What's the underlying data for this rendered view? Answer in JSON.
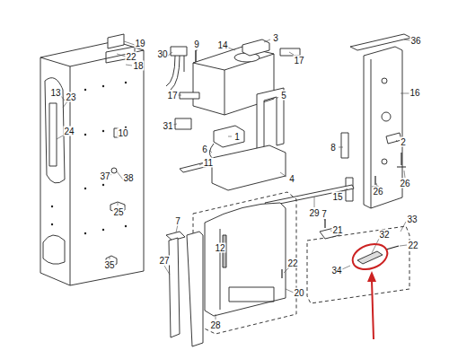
{
  "diagram": {
    "labels": [
      "19",
      "22",
      "18",
      "13",
      "23",
      "24",
      "10",
      "37",
      "38",
      "25",
      "35",
      "30",
      "9",
      "14",
      "3",
      "17",
      "17",
      "31",
      "1",
      "6",
      "11",
      "5",
      "4",
      "36",
      "16",
      "2",
      "8",
      "15",
      "26",
      "26",
      "29",
      "7",
      "22",
      "12",
      "27",
      "28",
      "20",
      "7",
      "21",
      "33",
      "32",
      "22",
      "34"
    ]
  }
}
